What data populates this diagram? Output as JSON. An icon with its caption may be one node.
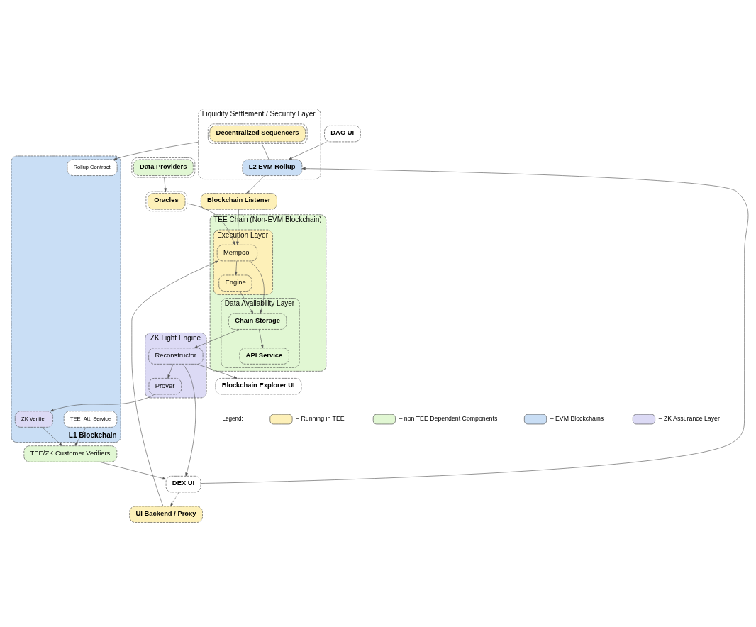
{
  "diagram": {
    "nodes": [
      {
        "text": [
          "DAO UI"
        ]
      },
      {
        "text": [
          "Liquidity Settlement / Security Layer"
        ]
      },
      {
        "text": [
          "Decentralized Sequencers"
        ],
        "in": 1
      },
      {
        "text": [
          "L2 EVM Rollup"
        ],
        "in": 1
      },
      {
        "text": [
          "DEX UI"
        ]
      },
      {
        "text": [
          "Blockchain Listener"
        ]
      },
      {
        "text": [
          "Data Providers"
        ]
      },
      {
        "text": [
          "Oracles"
        ]
      },
      {
        "text": [
          "L1 Blockchain"
        ]
      },
      {
        "text": [
          "Rollup Contract"
        ],
        "in": 8
      },
      {
        "text": [
          "TEE  Att. Service"
        ],
        "in": 8
      },
      {
        "text": [
          "ZK Verifier"
        ],
        "in": 8
      },
      {
        "text": [
          "UI Backend / Proxy"
        ]
      },
      {
        "text": [
          "TEE/ZK Customer Verifiers"
        ]
      },
      {
        "text": [
          "ZK Light Engine"
        ]
      },
      {
        "text": [
          "Prover"
        ],
        "in": 14
      },
      {
        "text": [
          "Reconstructor"
        ],
        "in": 14
      },
      {
        "text": [
          "TEE Chain (Non-EVM Blockchain)"
        ]
      },
      {
        "text": [
          "Data Availability Layer"
        ],
        "in": 17
      },
      {
        "text": [
          "API Service"
        ],
        "in": 18
      },
      {
        "text": [
          "Chain Storage"
        ],
        "in": 18
      },
      {
        "text": [
          "Execution Layer"
        ],
        "in": 17
      },
      {
        "text": [
          "Mempool"
        ],
        "in": 21
      },
      {
        "text": [
          "Engine"
        ],
        "in": 21
      },
      {
        "text": [
          "Blockchain Explorer UI"
        ]
      }
    ],
    "edges": [
      {
        "from": 0,
        "to": 3,
        "arrow": "to"
      },
      {
        "from": 4,
        "to": 3,
        "arrow": "to"
      },
      {
        "from": 2,
        "to": 3,
        "arrow": "none"
      },
      {
        "from": 3,
        "to": 5,
        "arrow": "to"
      },
      {
        "from": 1,
        "to": 9,
        "arrow": "to"
      },
      {
        "from": 10,
        "to": 13,
        "arrow": "to"
      },
      {
        "from": 11,
        "to": 13,
        "arrow": "to"
      },
      {
        "from": 4,
        "to": 12,
        "arrow": "to",
        "style": "dashed"
      },
      {
        "from": 6,
        "to": 7,
        "arrow": "to"
      },
      {
        "from": 13,
        "to": 4,
        "arrow": "to"
      },
      {
        "from": 15,
        "to": 11,
        "arrow": "to"
      },
      {
        "from": 16,
        "to": 15,
        "arrow": "to"
      },
      {
        "from": 16,
        "to": 4,
        "arrow": "to"
      },
      {
        "from": 16,
        "to": 24,
        "arrow": "to"
      },
      {
        "from": 20,
        "to": 16,
        "arrow": "to"
      },
      {
        "from": 12,
        "to": 22,
        "arrow": "to"
      },
      {
        "from": 5,
        "to": 22,
        "arrow": "to"
      },
      {
        "from": 7,
        "to": 22,
        "arrow": "to"
      },
      {
        "from": 22,
        "to": 20,
        "arrow": "to"
      },
      {
        "from": 22,
        "to": 23,
        "arrow": "to"
      },
      {
        "from": 23,
        "to": 20,
        "arrow": "to"
      },
      {
        "from": 20,
        "to": 19,
        "arrow": "to"
      }
    ],
    "labels": [
      "Legend:"
    ],
    "legend": [
      {
        "text": "– Running in TEE",
        "color": "#fdf0b8"
      },
      {
        "text": "– non TEE Dependent Components",
        "color": "#e1f7d3"
      },
      {
        "text": "– EVM Blockchains",
        "color": "#c9def5"
      },
      {
        "text": "– ZK Assurance Layer",
        "color": "#dcdaf5"
      }
    ]
  }
}
